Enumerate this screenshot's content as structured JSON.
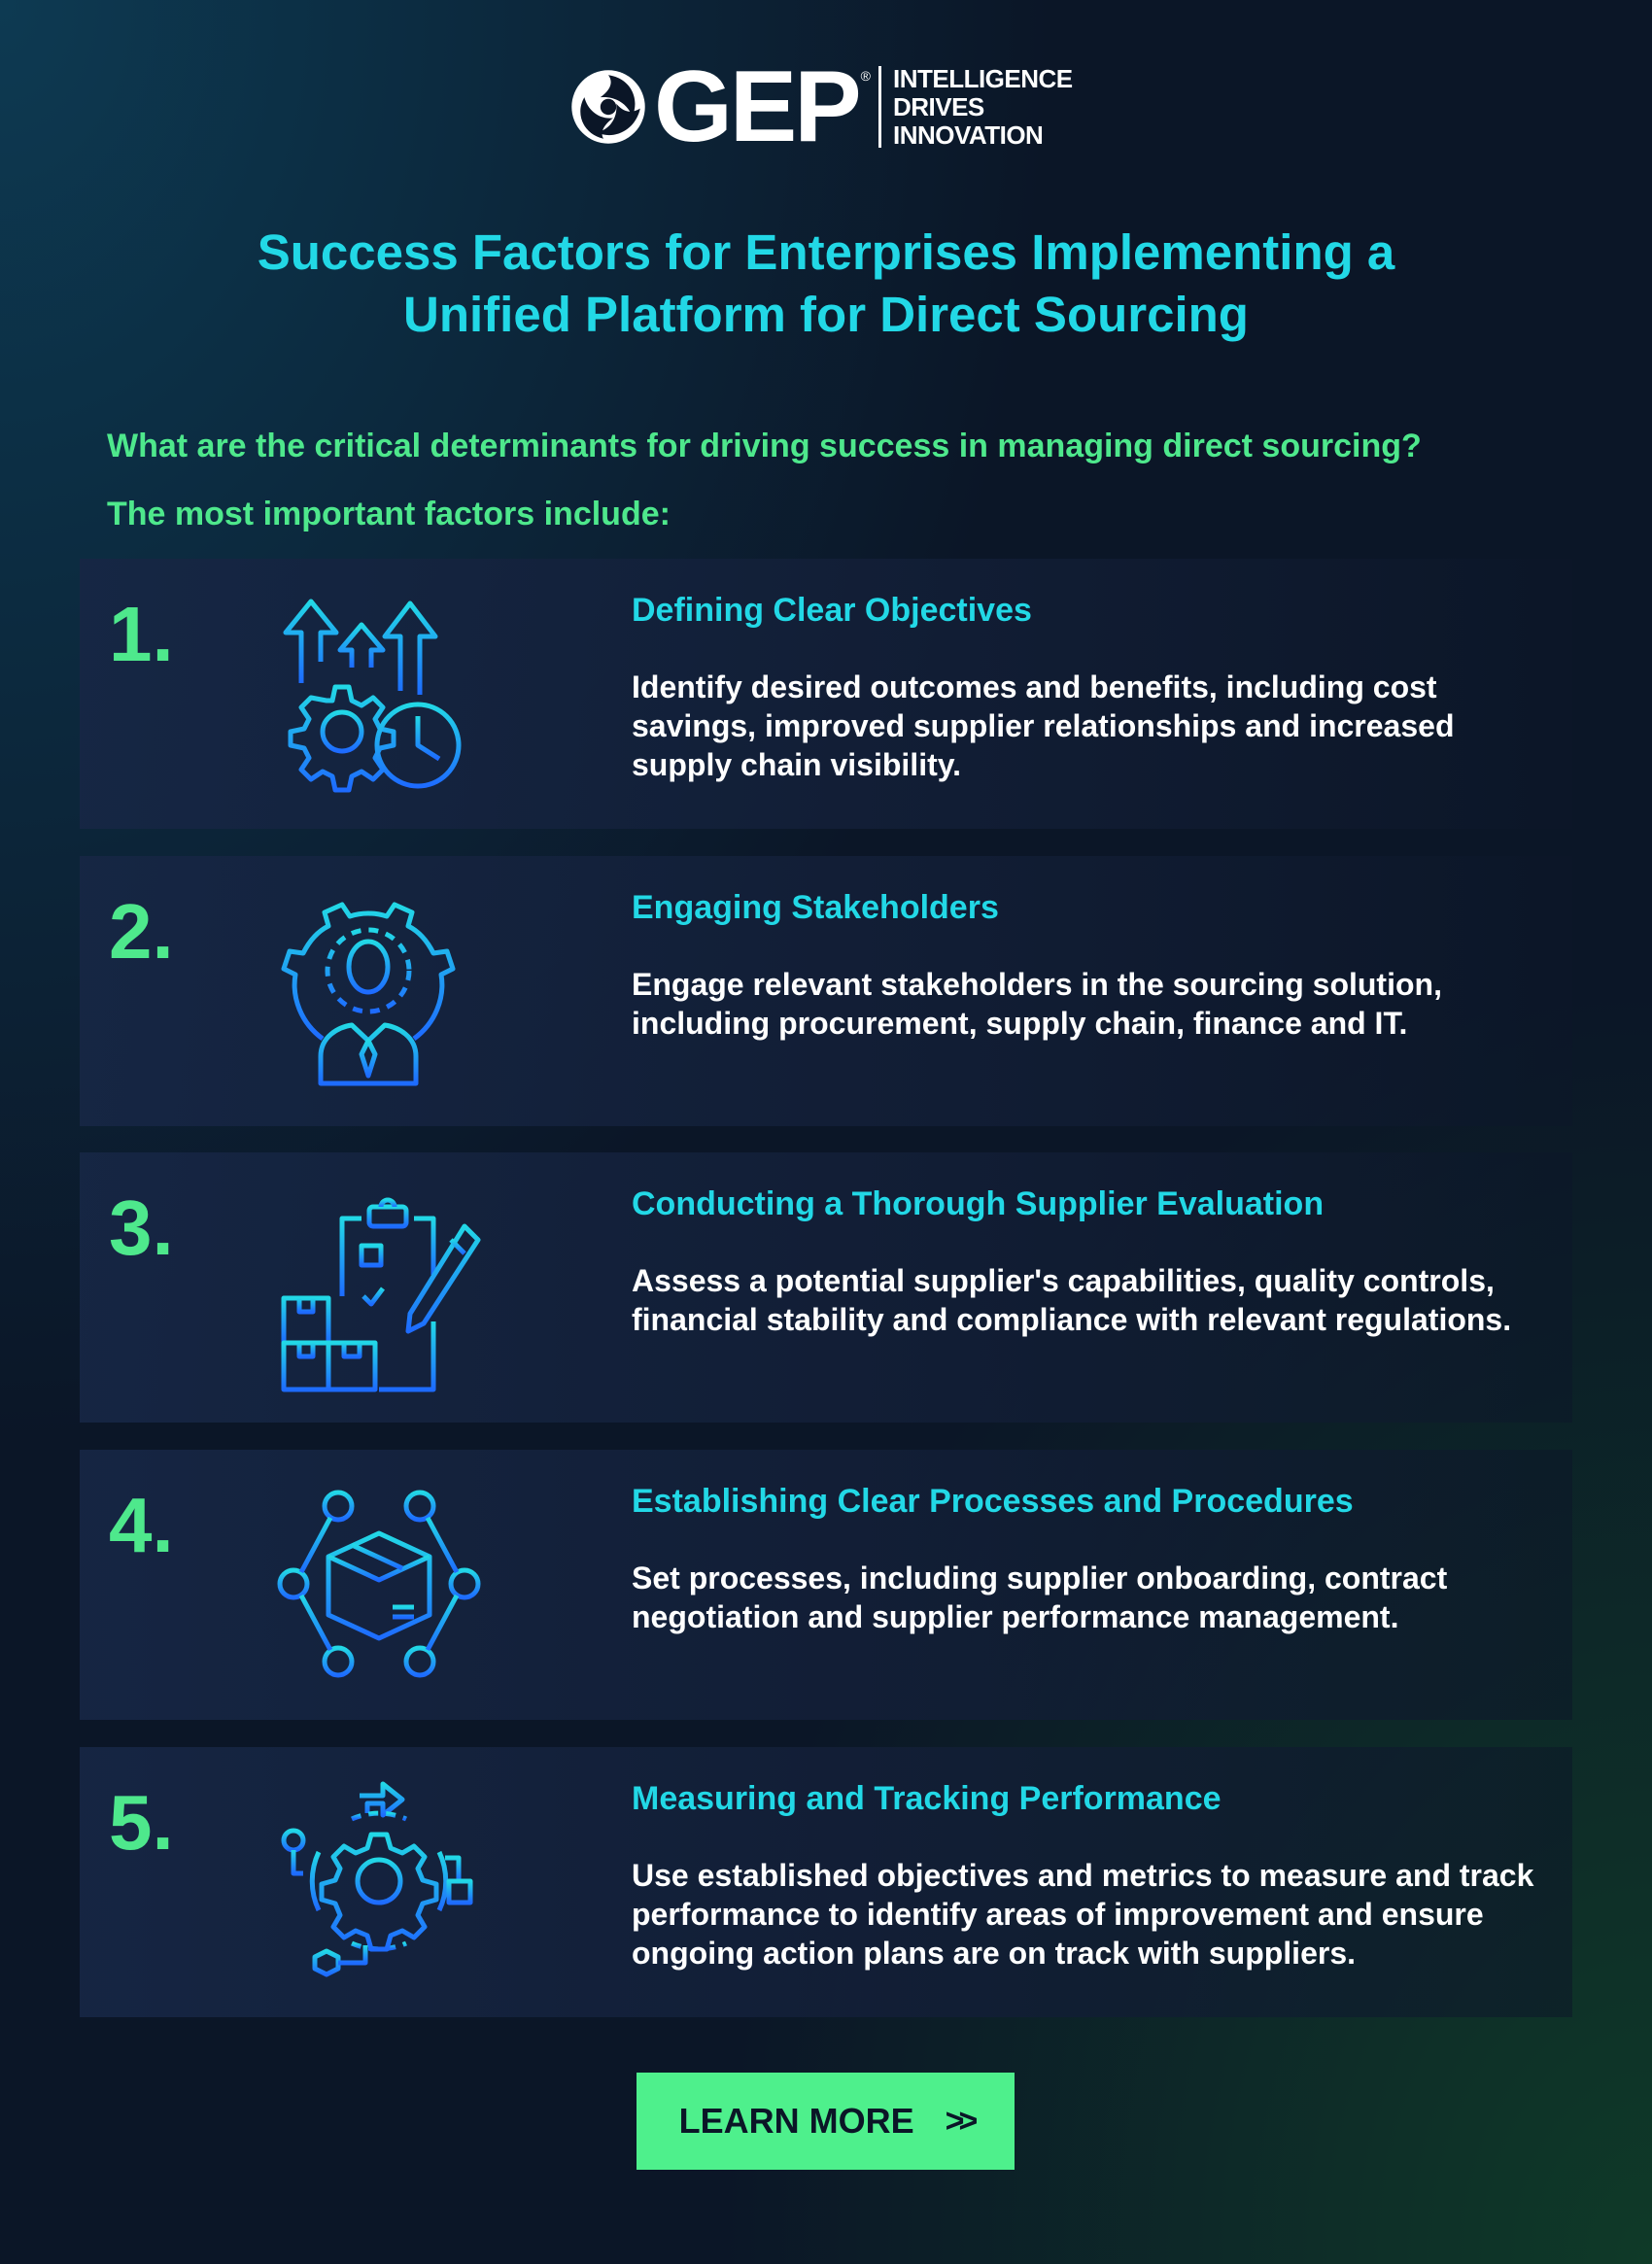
{
  "brand": {
    "name": "GEP",
    "registered_mark": "®",
    "tagline": [
      "INTELLIGENCE",
      "DRIVES",
      "INNOVATION"
    ]
  },
  "title": {
    "line1": "Success Factors for Enterprises Implementing a",
    "line2": "Unified Platform for Direct Sourcing"
  },
  "intro": {
    "question": "What are the critical determinants for driving success in managing direct sourcing?",
    "lead": "The most important factors include:"
  },
  "factors": [
    {
      "number": "1.",
      "icon": "growth-gear-clock-icon",
      "title": "Defining Clear Objectives",
      "description": "Identify desired outcomes and benefits, including cost savings, improved supplier relationships and increased supply chain visibility."
    },
    {
      "number": "2.",
      "icon": "stakeholder-gear-icon",
      "title": "Engaging Stakeholders",
      "description": "Engage relevant stakeholders in the sourcing solution, including procurement, supply chain, finance and IT."
    },
    {
      "number": "3.",
      "icon": "supplier-checklist-icon",
      "title": "Conducting a Thorough Supplier Evaluation",
      "description": "Assess a potential supplier's capabilities, quality controls, financial stability and compliance with relevant regulations."
    },
    {
      "number": "4.",
      "icon": "process-network-box-icon",
      "title": "Establishing Clear Processes and Procedures",
      "description": "Set processes, including supplier onboarding, contract negotiation and supplier performance management."
    },
    {
      "number": "5.",
      "icon": "performance-gear-flow-icon",
      "title": "Measuring and Tracking Performance",
      "description": "Use established objectives and metrics to measure and track performance to identify areas of improvement and ensure ongoing action plans are on track with suppliers."
    }
  ],
  "cta": {
    "label": "LEARN MORE",
    "icon": "double-chevron-right-icon"
  },
  "colors": {
    "background": "#0b1627",
    "accent_cyan": "#22d8e6",
    "accent_green": "#4ee88c",
    "icon_blue": "#1e88ff"
  }
}
